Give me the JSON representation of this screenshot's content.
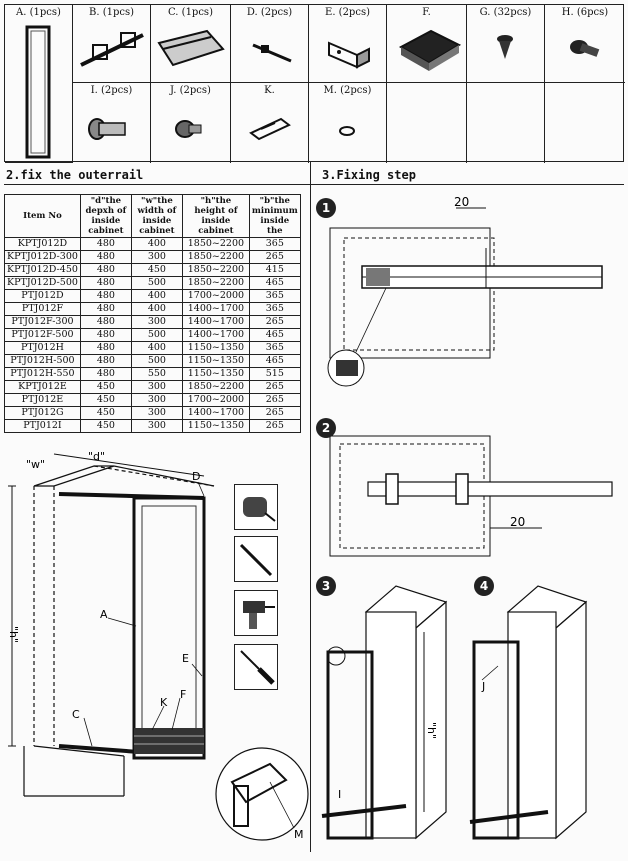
{
  "parts": [
    {
      "label": "A. (1pcs)",
      "icon": "frame-icon"
    },
    {
      "label": "B. (1pcs)",
      "icon": "rail-bracket-icon"
    },
    {
      "label": "C. (1pcs)",
      "icon": "outer-rail-icon"
    },
    {
      "label": "D. (2pcs)",
      "icon": "rod-icon"
    },
    {
      "label": "E. (2pcs)",
      "icon": "angle-bracket-icon"
    },
    {
      "label": "F.",
      "icon": "basket-tray-icon"
    },
    {
      "label": "G. (32pcs)",
      "icon": "wood-screw-icon"
    },
    {
      "label": "H. (6pcs)",
      "icon": "hex-bolt-icon"
    },
    {
      "label": "I. (2pcs)",
      "icon": "bolt-icon"
    },
    {
      "label": "J. (2pcs)",
      "icon": "short-bolt-icon"
    },
    {
      "label": "K.",
      "icon": "clip-icon"
    },
    {
      "label": "M. (2pcs)",
      "icon": "washer-icon"
    }
  ],
  "section2": {
    "title": "2.fix the outerrail"
  },
  "section3": {
    "title": "3.Fixing step"
  },
  "table": {
    "headers": [
      "Item No",
      "\"d\"the depxh of inside cabinet",
      "\"w\"the width of inside cabinet",
      "\"h\"the height of inside cabinet",
      "\"b\"the minimum inside the"
    ],
    "rows": [
      [
        "KPTJ012D",
        "480",
        "400",
        "1850~2200",
        "365"
      ],
      [
        "KPTJ012D-300",
        "480",
        "300",
        "1850~2200",
        "265"
      ],
      [
        "KPTJ012D-450",
        "480",
        "450",
        "1850~2200",
        "415"
      ],
      [
        "KPTJ012D-500",
        "480",
        "500",
        "1850~2200",
        "465"
      ],
      [
        "PTJ012D",
        "480",
        "400",
        "1700~2000",
        "365"
      ],
      [
        "PTJ012F",
        "480",
        "400",
        "1400~1700",
        "365"
      ],
      [
        "PTJ012F-300",
        "480",
        "300",
        "1400~1700",
        "265"
      ],
      [
        "PTJ012F-500",
        "480",
        "500",
        "1400~1700",
        "465"
      ],
      [
        "PTJ012H",
        "480",
        "400",
        "1150~1350",
        "365"
      ],
      [
        "PTJ012H-500",
        "480",
        "500",
        "1150~1350",
        "465"
      ],
      [
        "PTJ012H-550",
        "480",
        "550",
        "1150~1350",
        "515"
      ],
      [
        "KPTJ012E",
        "450",
        "300",
        "1850~2200",
        "265"
      ],
      [
        "PTJ012E",
        "450",
        "300",
        "1700~2000",
        "265"
      ],
      [
        "PTJ012G",
        "450",
        "300",
        "1400~1700",
        "265"
      ],
      [
        "PTJ012I",
        "450",
        "300",
        "1150~1350",
        "265"
      ]
    ]
  },
  "diagram": {
    "w_label": "\"w\"",
    "d_label": "\"d\"",
    "h_label": "\"h\"",
    "letters": {
      "A": "A",
      "C": "C",
      "D": "D",
      "E": "E",
      "F": "F",
      "K": "K",
      "M": "M",
      "I": "I",
      "J": "J"
    }
  },
  "steps": [
    {
      "num": "1",
      "dim": "20"
    },
    {
      "num": "2",
      "dim": "20"
    },
    {
      "num": "3",
      "h_label": "\"h\""
    },
    {
      "num": "4"
    }
  ],
  "tools": [
    "tape-measure-icon",
    "pencil-icon",
    "drill-icon",
    "screwdriver-icon"
  ]
}
